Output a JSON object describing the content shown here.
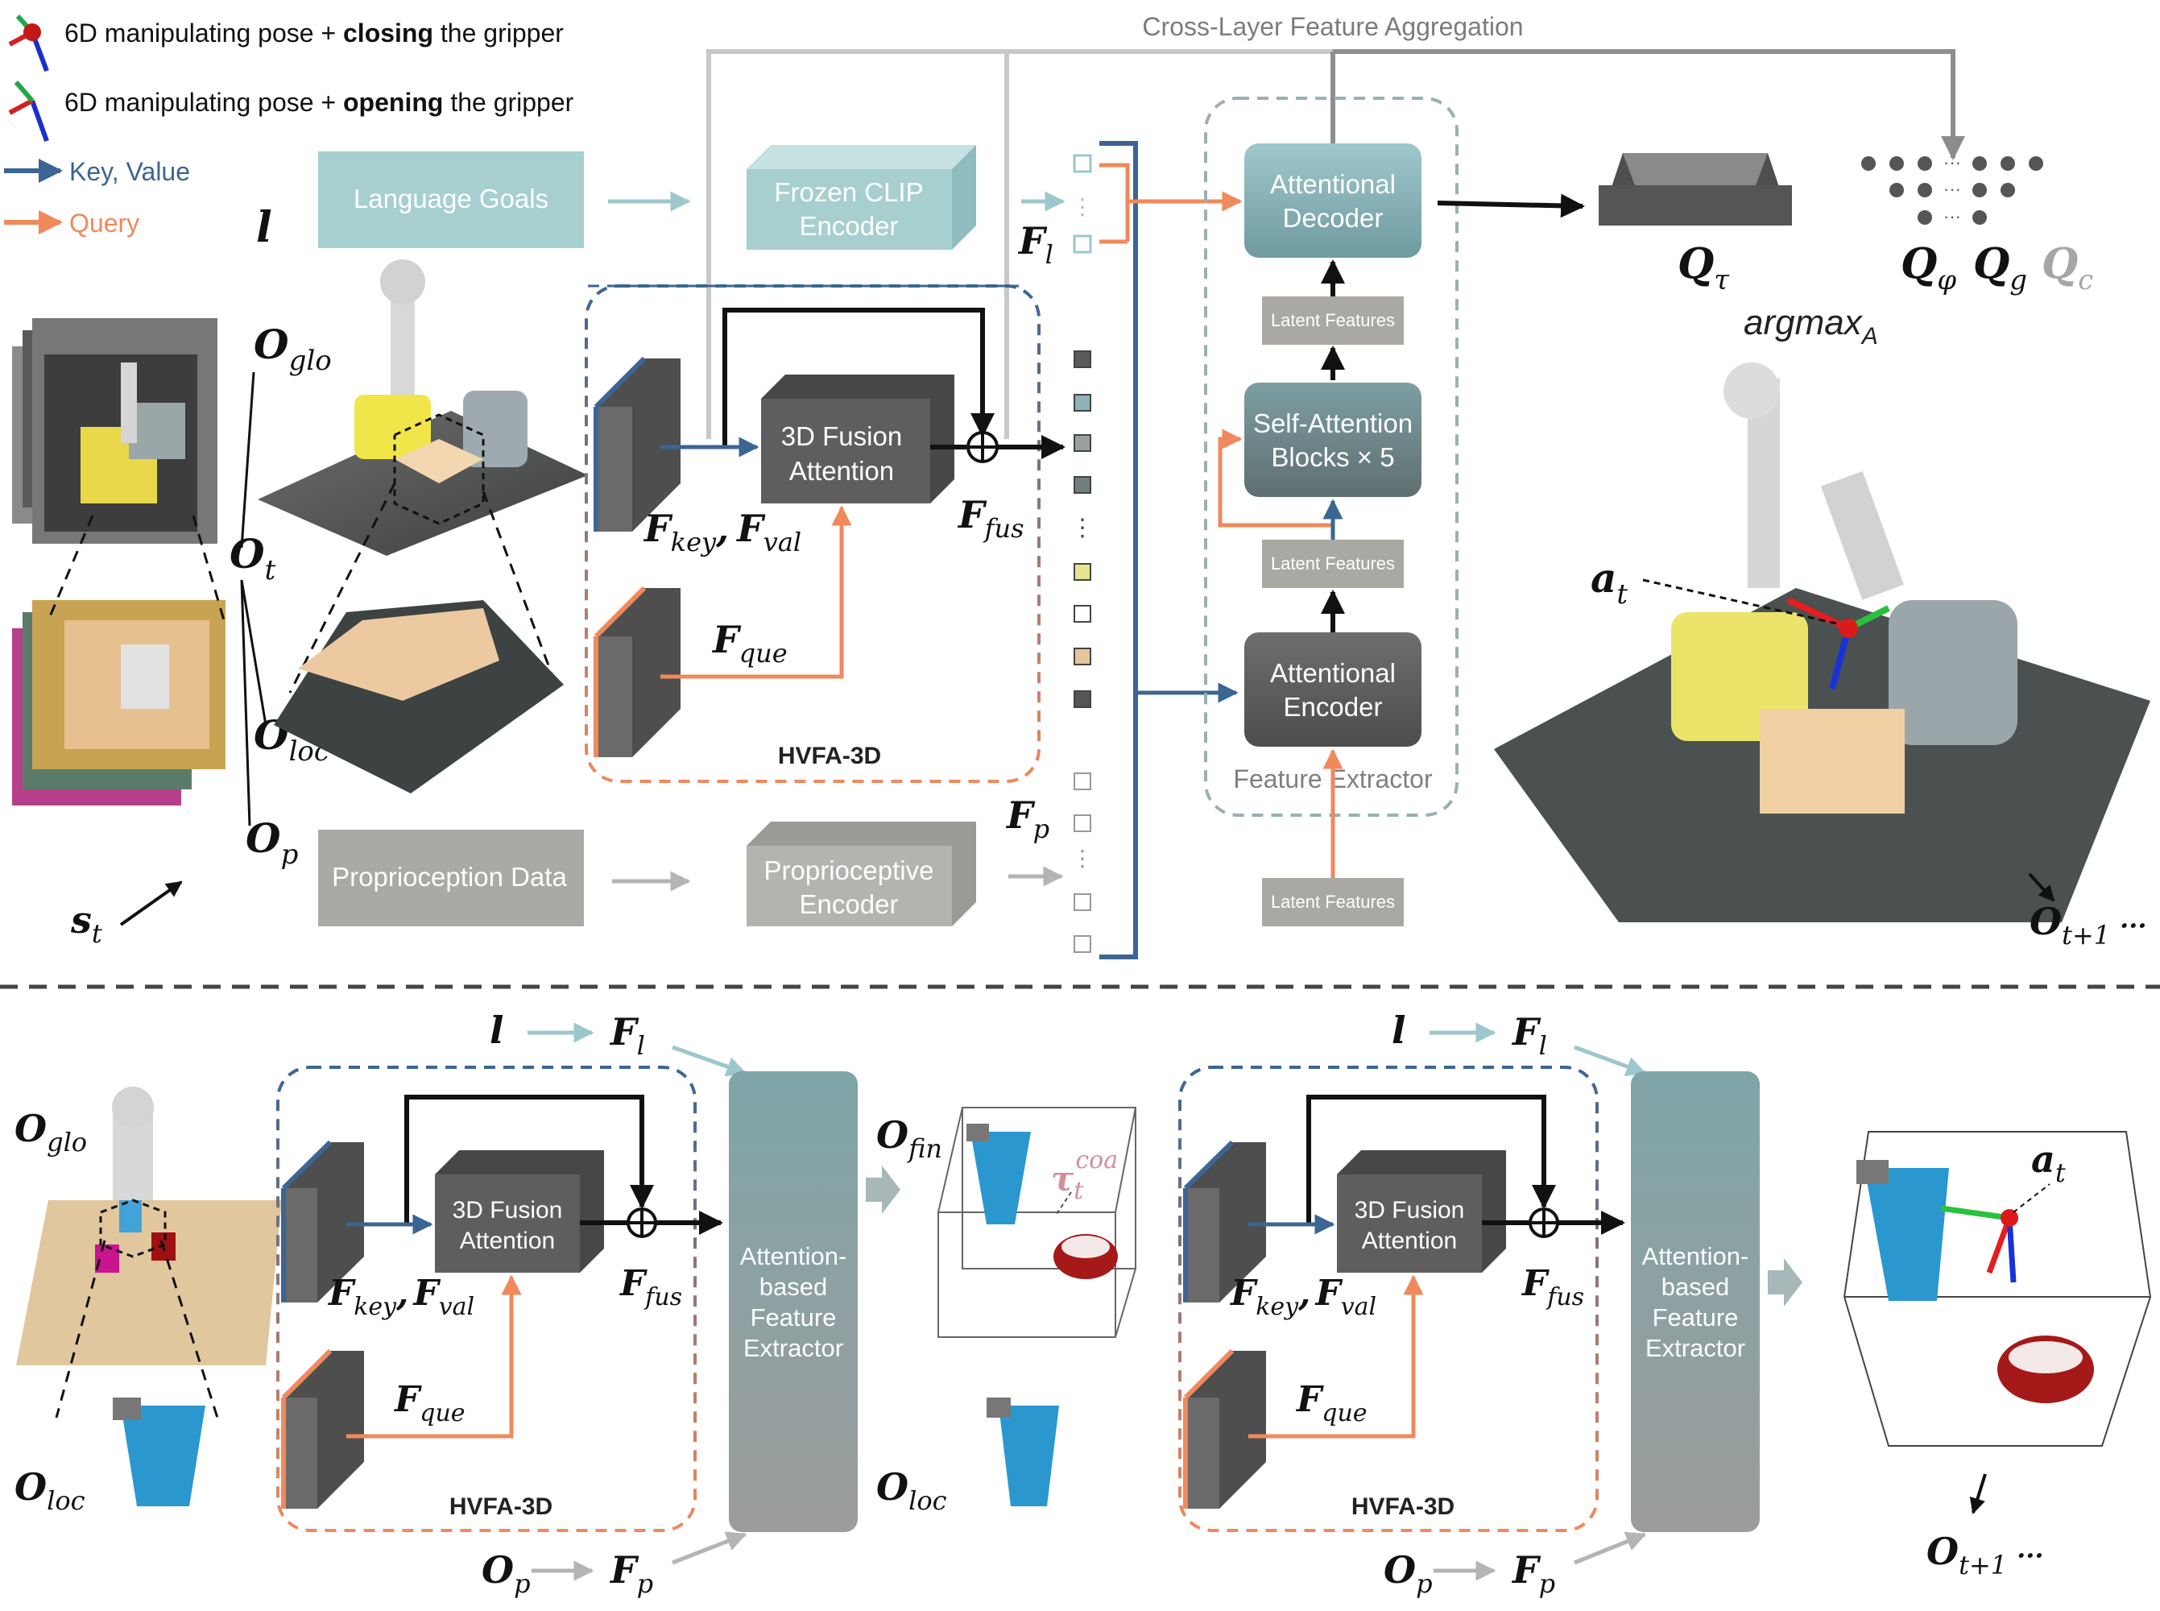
{
  "legend": {
    "closing_prefix": "6D manipulating pose + ",
    "closing_bold": "closing",
    "closing_suffix": " the gripper",
    "opening_prefix": "6D manipulating pose + ",
    "opening_bold": "opening",
    "opening_suffix": " the gripper",
    "key_value": "Key, Value",
    "query": "Query"
  },
  "top": {
    "cross_layer": "Cross-Layer Feature Aggregation",
    "language_goals": "Language Goals",
    "frozen_clip_1": "Frozen CLIP",
    "frozen_clip_2": "Encoder",
    "fusion_1": "3D Fusion",
    "fusion_2": "Attention",
    "hvfa": "HVFA-3D",
    "proprio_data": "Proprioception Data",
    "proprio_enc_1": "Proprioceptive",
    "proprio_enc_2": "Encoder",
    "att_decoder_1": "Attentional",
    "att_decoder_2": "Decoder",
    "latent": "Latent Features",
    "self_att_1": "Self-Attention",
    "self_att_2": "Blocks × 5",
    "att_encoder_1": "Attentional",
    "att_encoder_2": "Encoder",
    "feature_extractor": "Feature Extractor",
    "argmax": "argmax",
    "argmax_sub": "A"
  },
  "math": {
    "l": "l",
    "F": "F",
    "O": "O",
    "s": "s",
    "Q": "Q",
    "a": "a",
    "sub_l": "l",
    "sub_p": "p",
    "sub_glo": "glo",
    "sub_t": "t",
    "sub_loc": "loc",
    "sub_key": "key",
    "sub_val": "val",
    "sub_que": "que",
    "sub_fus": "fus",
    "sub_tau": "τ",
    "sub_phi": "φ",
    "sub_g": "g",
    "sub_c": "c",
    "sub_t1": "t+1",
    "sub_fin": "fin",
    "tau": "τ",
    "sup_coa": "coa",
    "comma": ",",
    "ellipsis": "···"
  },
  "bottom": {
    "fusion_1": "3D Fusion",
    "fusion_2": "Attention",
    "hvfa": "HVFA-3D",
    "afe_1": "Attention-",
    "afe_2": "based",
    "afe_3": "Feature",
    "afe_4": "Extractor"
  },
  "colors": {
    "blue": "#3b6593",
    "orange": "#f0895c",
    "teal_light": "#a7cfcf",
    "teal_dark": "#7aa8aa",
    "gray_box": "#a9a9a5",
    "dark_box": "#606060"
  }
}
